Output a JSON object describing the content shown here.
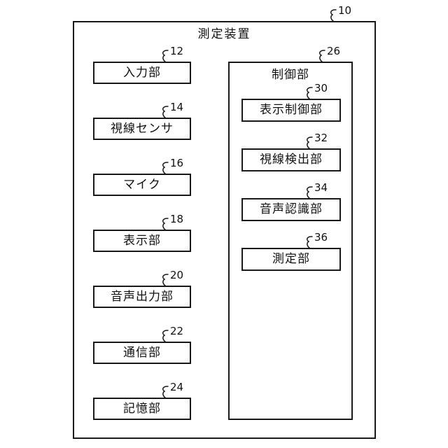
{
  "figure": {
    "device_label": "測定装置",
    "device_ref": "10"
  },
  "left_units": [
    {
      "label": "入力部",
      "ref": "12"
    },
    {
      "label": "視線センサ",
      "ref": "14"
    },
    {
      "label": "マイク",
      "ref": "16"
    },
    {
      "label": "表示部",
      "ref": "18"
    },
    {
      "label": "音声出力部",
      "ref": "20"
    },
    {
      "label": "通信部",
      "ref": "22"
    },
    {
      "label": "記憶部",
      "ref": "24"
    }
  ],
  "control_unit": {
    "label": "制御部",
    "ref": "26",
    "sub_units": [
      {
        "label": "表示制御部",
        "ref": "30"
      },
      {
        "label": "視線検出部",
        "ref": "32"
      },
      {
        "label": "音声認識部",
        "ref": "34"
      },
      {
        "label": "測定部",
        "ref": "36"
      }
    ]
  },
  "colors": {
    "line": "#1a1a1a",
    "background": "#ffffff",
    "text": "#111111"
  }
}
